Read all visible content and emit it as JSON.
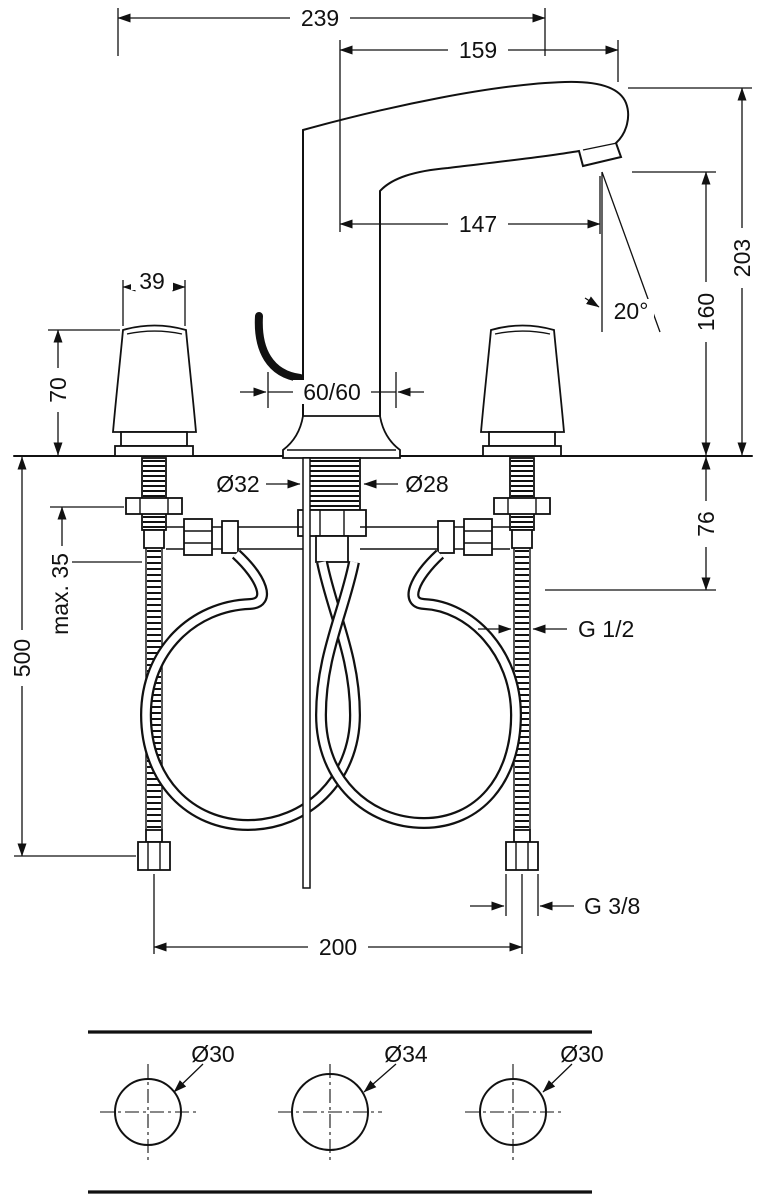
{
  "drawing": {
    "dims": {
      "overall_width": "239",
      "spout_reach_outer": "159",
      "spout_reach": "147",
      "handle_width": "39",
      "handle_height": "70",
      "spout_angle": "20°",
      "height_overall": "203",
      "height_spout": "160",
      "spacing_center": "60/60",
      "dia_shank_outer": "Ø32",
      "dia_shank_inner": "Ø28",
      "depth_below_deck": "76",
      "max_mounting_thickness": "max. 35",
      "hose_length": "500",
      "thread_supply": "G 1/2",
      "thread_connection": "G 3/8",
      "hole_spacing": "200",
      "hole_dia_left": "Ø30",
      "hole_dia_center": "Ø34",
      "hole_dia_right": "Ø30"
    }
  }
}
